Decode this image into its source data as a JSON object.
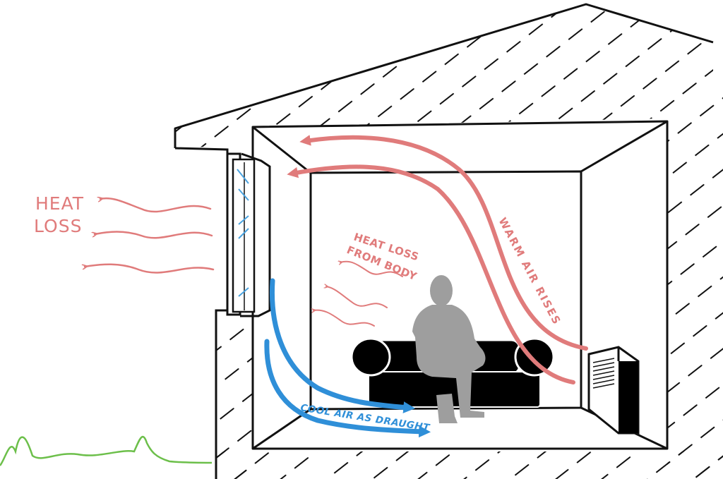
{
  "labels": {
    "heat_loss_line1": "HEAT",
    "heat_loss_line2": "LOSS",
    "body_loss_line1": "HEAT LOSS",
    "body_loss_line2": "FROM BODY",
    "warm_air": "WARM AIR RISES",
    "cool_air": "COOL AIR AS DRAUGHT"
  },
  "colors": {
    "warm": "#e07b7b",
    "cool": "#2f8fd8",
    "grass": "#6cbf4a",
    "figure": "#9e9e9e",
    "line": "#111111"
  }
}
